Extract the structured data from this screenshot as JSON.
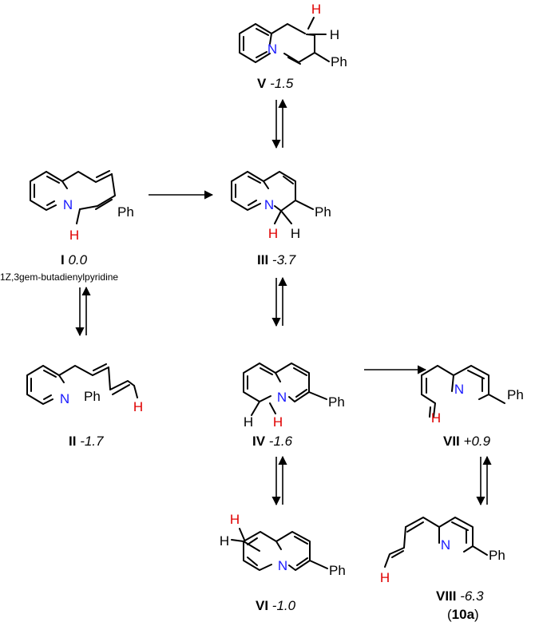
{
  "atoms": {
    "N": "N",
    "H": "H",
    "Ph": "Ph"
  },
  "colors": {
    "nitrogen": "#1a1aff",
    "hydrogen_highlight": "#e00000",
    "bond": "#000000"
  },
  "structures": {
    "I": {
      "roman": "I",
      "energy": "0.0",
      "note": "1Z,3gem-butadienylpyridine"
    },
    "II": {
      "roman": "II",
      "energy": "-1.7"
    },
    "III": {
      "roman": "III",
      "energy": "-3.7"
    },
    "IV": {
      "roman": "IV",
      "energy": "-1.6"
    },
    "V": {
      "roman": "V",
      "energy": "-1.5"
    },
    "VI": {
      "roman": "VI",
      "energy": "-1.0"
    },
    "VII": {
      "roman": "VII",
      "energy": "+0.9"
    },
    "VIII": {
      "roman": "VIII",
      "energy": "-6.3",
      "compound": "10a"
    }
  }
}
